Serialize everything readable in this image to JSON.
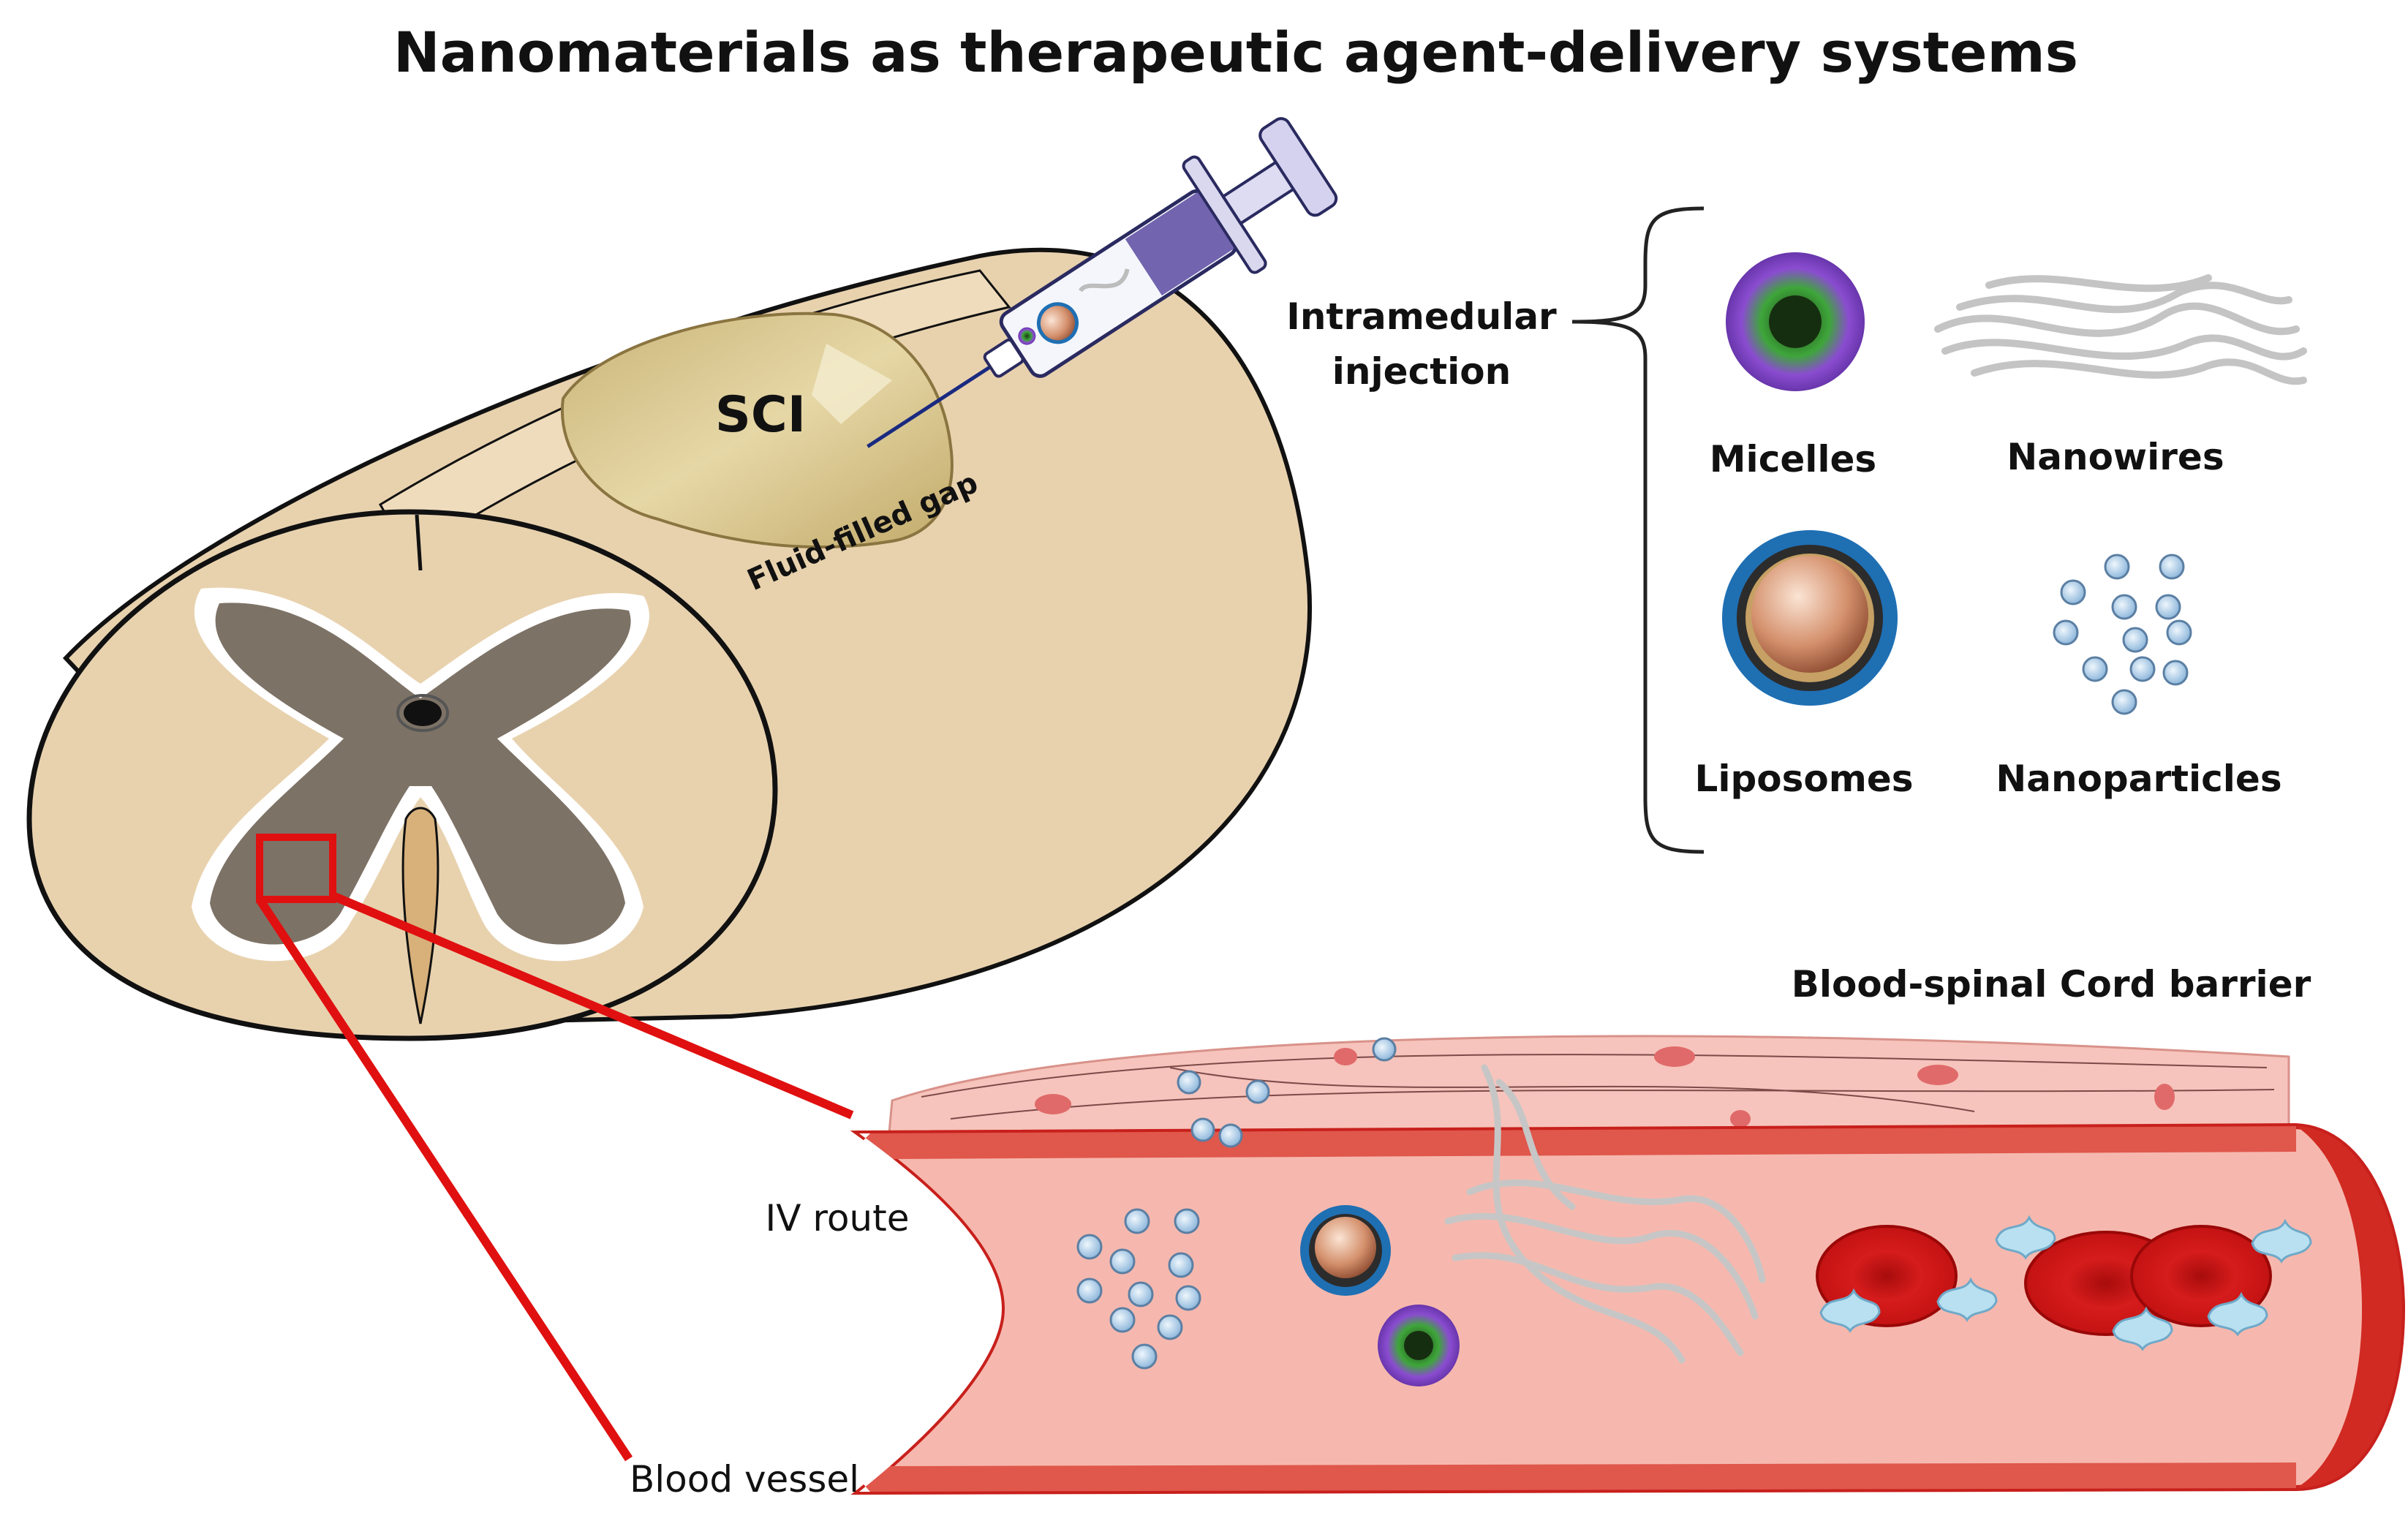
{
  "title": "Nanomaterials as therapeutic agent-delivery systems",
  "labels": {
    "sci": "SCI",
    "fluid_gap": "Fluid-filled gap",
    "injection_line1": "Intramedular",
    "injection_line2": "injection",
    "micelles": "Micelles",
    "nanowires": "Nanowires",
    "liposomes": "Liposomes",
    "nanoparticles": "Nanoparticles",
    "barrier": "Blood-spinal Cord barrier",
    "iv_route": "IV route",
    "blood_vessel": "Blood vessel"
  },
  "colors": {
    "cord_tissue": "#e8d2ae",
    "gray_matter": "#7d7266",
    "lesion": "#d8c48a",
    "highlight": "#e01010",
    "vessel_wall": "#f2a49a",
    "vessel_lumen": "#f6b8ae",
    "vessel_edge": "#c8201c",
    "rbc": "#d01818",
    "micelle": "#7d3fc4",
    "liposome": "#1f6fb3",
    "nanowire": "#c4c4c4",
    "nanoparticle": "#9fc4e4",
    "platelet": "#b8e0f0"
  },
  "icons": [
    "syringe-icon",
    "micelle-icon",
    "nanowire-icon",
    "liposome-icon",
    "nanoparticles-icon",
    "red-blood-cell-icon",
    "platelet-icon"
  ]
}
